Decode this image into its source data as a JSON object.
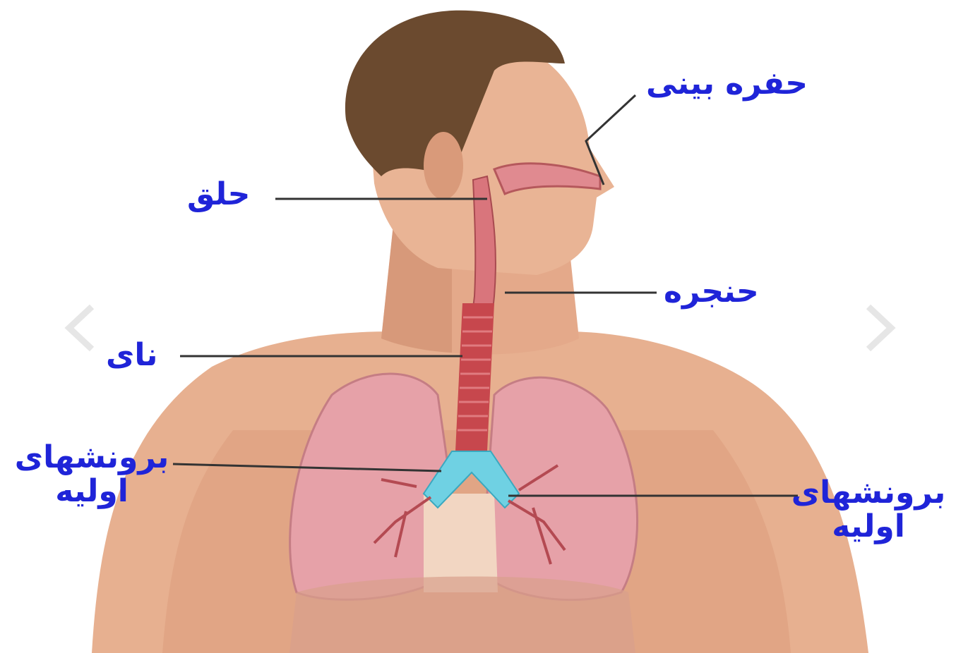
{
  "labels": {
    "nasal_cavity": "حفره بینی",
    "pharynx": "حلق",
    "larynx": "حنجره",
    "trachea": "نای",
    "bronchi_left_line1": "برونشهای",
    "bronchi_left_line2": "اولیه",
    "bronchi_right_line1": "برونشهای",
    "bronchi_right_line2": "اولیه"
  },
  "colors": {
    "label_text": "#1f24d8",
    "skin": "#e9b495",
    "skin_shadow": "#c98a6a",
    "hair": "#6b4a2f",
    "lung": "#e6a1a8",
    "trachea": "#c7474d",
    "bronchi_highlight": "#6fd1e3",
    "leader_line": "#333333"
  },
  "nav_icons": [
    "chevron-left-icon",
    "chevron-right-icon"
  ]
}
